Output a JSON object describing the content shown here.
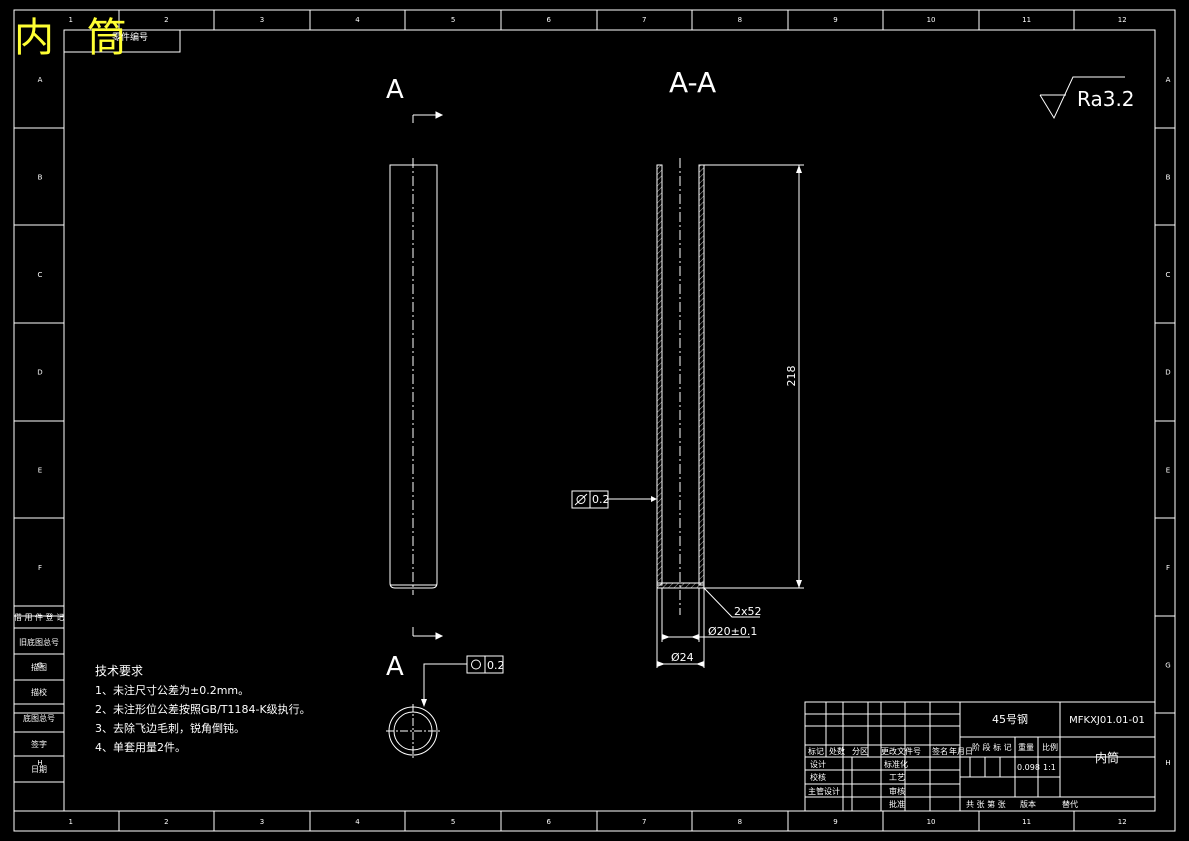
{
  "title": "内 筒",
  "title_tag": "零件编号",
  "grid_columns": [
    "1",
    "2",
    "3",
    "4",
    "5",
    "6",
    "7",
    "8",
    "9",
    "10",
    "11",
    "12"
  ],
  "grid_rows": [
    "A",
    "B",
    "C",
    "D",
    "E",
    "F",
    "G",
    "H"
  ],
  "section_labels": {
    "left_top": "A",
    "left_bottom": "A",
    "section": "A-A"
  },
  "roughness": "Ra3.2",
  "tolerance_frames": {
    "runout": "0.2",
    "circularity": "0.2"
  },
  "dimensions": {
    "length": "218",
    "chamfer": "2x52",
    "inner_dia": "Ø20±0.1",
    "outer_dia": "Ø24"
  },
  "tech_requirements": {
    "heading": "技术要求",
    "items": [
      "1、未注尺寸公差为±0.2mm。",
      "2、未注形位公差按照GB/T1184-K级执行。",
      "3、去除飞边毛刺，锐角倒钝。",
      "4、单套用量2件。"
    ]
  },
  "left_column_labels": [
    "借 用 件 登 记",
    "旧底图总号",
    "描图",
    "描校",
    "底图总号",
    "签字",
    "日期"
  ],
  "title_block": {
    "material": "45号钢",
    "drawing_no": "MFKXJ01.01-01",
    "part_name": "内筒",
    "weight": "0.098",
    "scale": "1:1",
    "stage_label": "阶 段 标 记",
    "weight_label": "重量",
    "scale_label": "比例",
    "rev_labels": [
      "标记",
      "处数",
      "分区",
      "更改文件号",
      "签名",
      "年月日"
    ],
    "sign_labels": [
      "设计",
      "校核",
      "主管设计"
    ],
    "approval_labels": [
      "标准化",
      "工艺",
      "审核",
      "批准"
    ],
    "sheet_label": "共 张 第 张",
    "version_label": "版本",
    "replace_label": "替代"
  }
}
